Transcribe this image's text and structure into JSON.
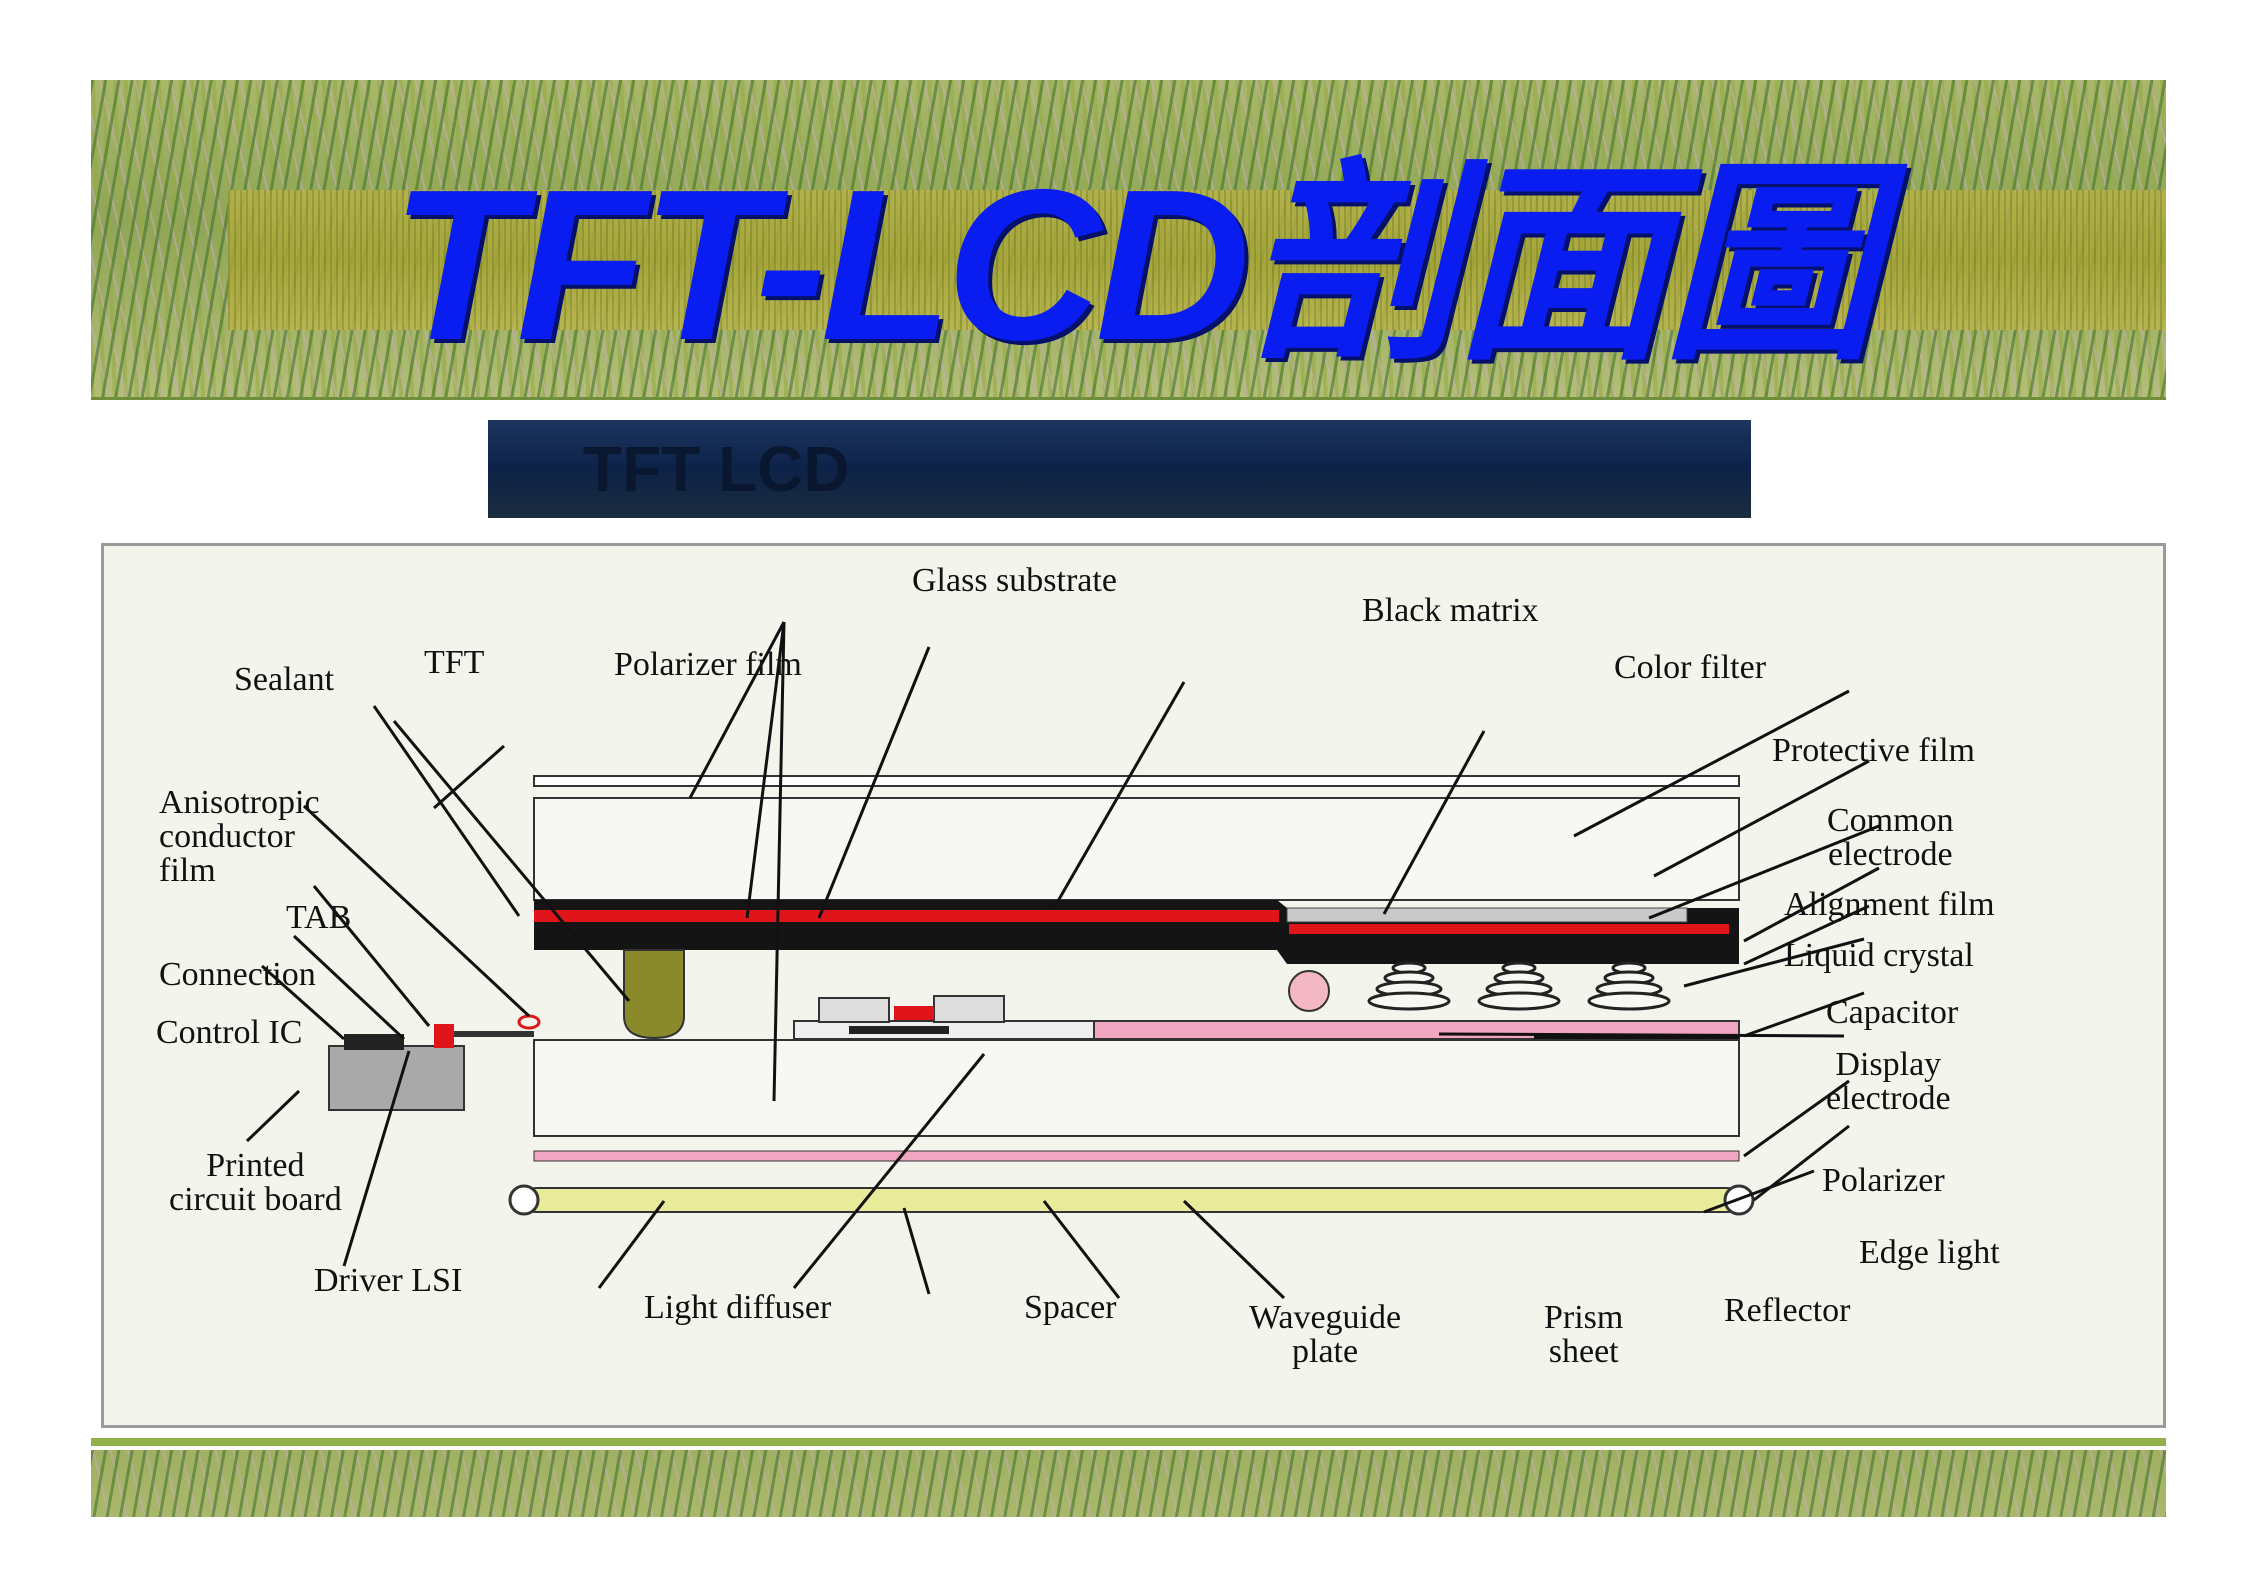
{
  "title": "TFT-LCD剖面圖",
  "header_text_left": "TFT LCD",
  "header_text_right": "",
  "labels": {
    "glass_substrate": "Glass substrate",
    "black_matrix": "Black matrix",
    "color_filter": "Color filter",
    "protective_film": "Protective film",
    "common_electrode": "Common\nelectrode",
    "alignment_film": "Alignment film",
    "liquid_crystal": "Liquid crystal",
    "capacitor": "Capacitor",
    "display_electrode": "Display\nelectrode",
    "polarizer": "Polarizer",
    "edge_light": "Edge light",
    "reflector": "Reflector",
    "prism_sheet": "Prism\nsheet",
    "waveguide_plate": "Waveguide\nplate",
    "spacer": "Spacer",
    "light_diffuser": "Light diffuser",
    "driver_lsi": "Driver LSI",
    "printed_circuit_board": "Printed\ncircuit board",
    "control_ic": "Control IC",
    "connection": "Connection",
    "tab": "TAB",
    "anisotropic_conductor_film": "Anisotropic\nconductor\nfilm",
    "sealant": "Sealant",
    "tft": "TFT",
    "polarizer_film": "Polarizer film"
  },
  "colors": {
    "title": "#0a1df0",
    "header_bg": "#0d2248",
    "red_layer": "#e0141b",
    "black_layer": "#111111",
    "pink_layer": "#f0a6c0",
    "diffuser_yellow": "#e8eb9a",
    "spacer_olive": "#8a8a2a"
  }
}
